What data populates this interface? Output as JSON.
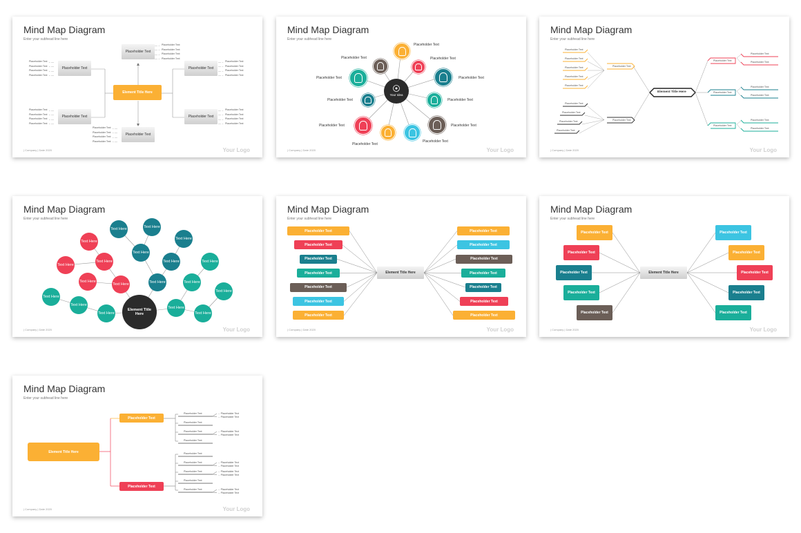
{
  "common": {
    "title": "Mind Map Diagram",
    "subhead": "Enter your subhead line here",
    "footer": "| Company | Date 2020",
    "logo": "Your Logo",
    "placeholder": "Placeholder Text",
    "element_title": "Element Title Here",
    "your_idea": "Your Idea",
    "text_here": "Text Here"
  },
  "colors": {
    "yellow": "#fbb034",
    "red": "#ef4056",
    "teal": "#1a7f8e",
    "green": "#1aae9a",
    "brown": "#6b5e57",
    "cyan": "#3cc4e2",
    "dark": "#2b2b2b",
    "gray": "#cccccc"
  },
  "slide2_icons": [
    "person-icon",
    "woman-icon",
    "man-icon",
    "businessman-icon",
    "doctor-icon",
    "person-icon",
    "user-icon",
    "woman-icon",
    "student-icon",
    "user-icon"
  ]
}
